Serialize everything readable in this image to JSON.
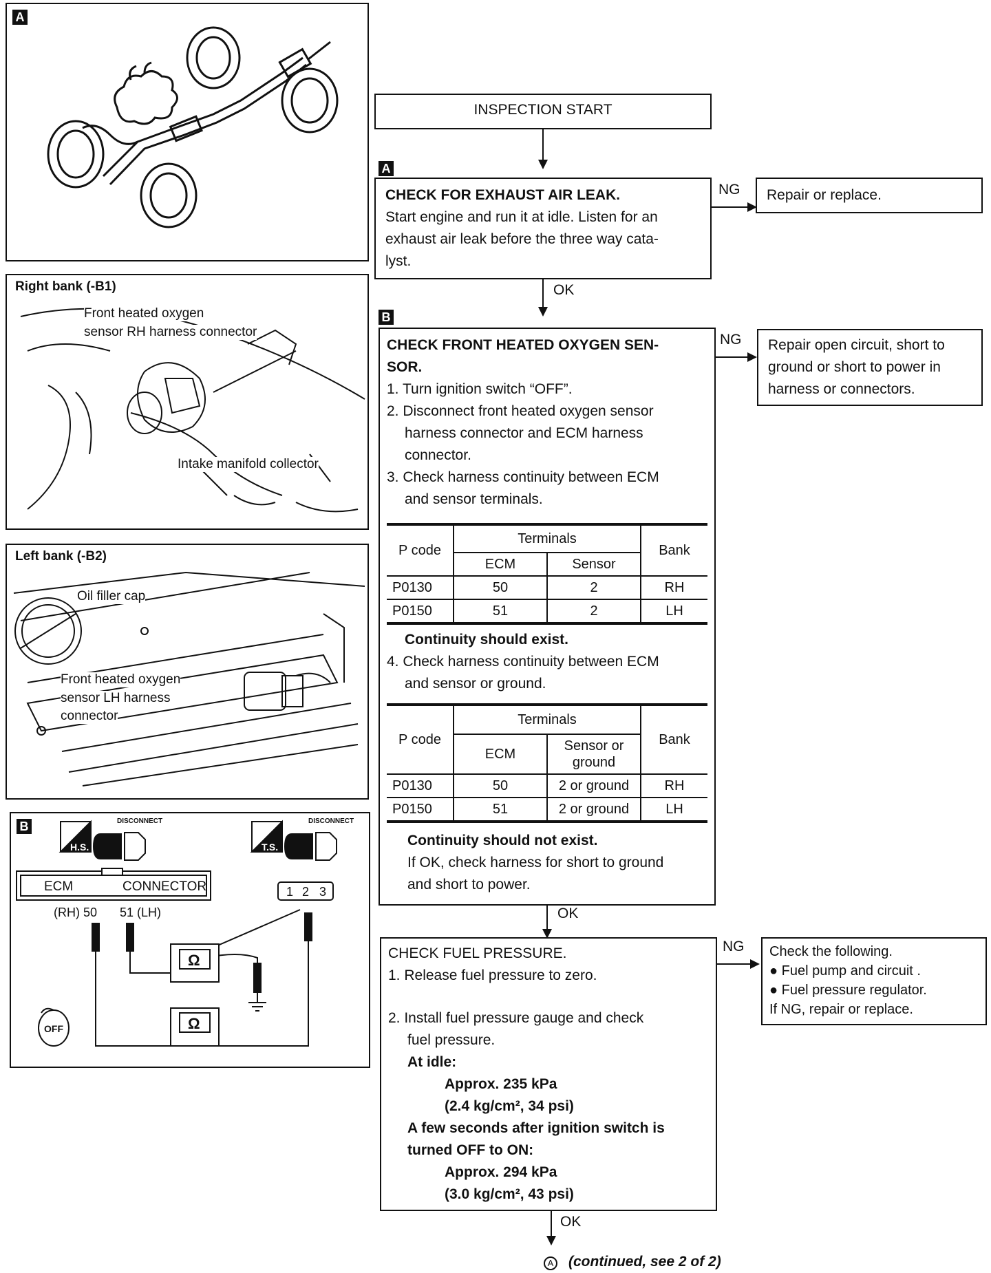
{
  "fig_a": {
    "tag": "A"
  },
  "fig_rb": {
    "title": "Right bank (-B1)",
    "label1": "Front heated oxygen",
    "label2": "sensor RH harness connector",
    "label3": "Intake manifold collector"
  },
  "fig_lb": {
    "title": "Left bank (-B2)",
    "label1": "Oil filler cap",
    "label2": "Front heated oxygen",
    "label3": "sensor LH harness",
    "label4": "connector"
  },
  "fig_b": {
    "tag": "B",
    "disconnect": "DISCONNECT",
    "hs": "H.S.",
    "ts": "T.S.",
    "ecm": "ECM",
    "connector": "CONNECTOR",
    "rh": "(RH) 50",
    "lh": "51 (LH)",
    "pin1": "1",
    "pin2": "2",
    "pin3": "3",
    "ohm": "Ω",
    "off": "OFF"
  },
  "flow": {
    "start": "INSPECTION START",
    "stepA": {
      "tag": "A",
      "title": "CHECK FOR EXHAUST AIR LEAK.",
      "l1": "Start engine and run it at idle. Listen for an",
      "l2": "exhaust air leak before the three way cata-",
      "l3": "lyst."
    },
    "stepA_ng": "Repair or replace.",
    "stepB": {
      "tag": "B",
      "title1": "CHECK FRONT HEATED OXYGEN SEN-",
      "title2": "SOR.",
      "s1": "1. Turn ignition switch “OFF”.",
      "s2a": "2. Disconnect front heated oxygen sensor",
      "s2b": "harness connector and ECM harness",
      "s2c": "connector.",
      "s3a": "3. Check harness continuity between ECM",
      "s3b": "and sensor terminals.",
      "t1": {
        "pcode": "P code",
        "terminals": "Terminals",
        "bank": "Bank",
        "ecm": "ECM",
        "sensor": "Sensor",
        "rows": [
          [
            "P0130",
            "50",
            "2",
            "RH"
          ],
          [
            "P0150",
            "51",
            "2",
            "LH"
          ]
        ]
      },
      "cont1": "Continuity should exist.",
      "s4a": "4. Check harness continuity between ECM",
      "s4b": "and sensor or ground.",
      "t2": {
        "pcode": "P code",
        "terminals": "Terminals",
        "bank": "Bank",
        "ecm": "ECM",
        "sensor1": "Sensor or",
        "sensor2": "ground",
        "rows": [
          [
            "P0130",
            "50",
            "2 or ground",
            "RH"
          ],
          [
            "P0150",
            "51",
            "2 or ground",
            "LH"
          ]
        ]
      },
      "cont2": "Continuity should not exist.",
      "ok1": "If OK, check harness for short to ground",
      "ok2": "and short to power."
    },
    "stepB_ng": {
      "l1": "Repair open circuit, short to",
      "l2": "ground or short to power in",
      "l3": "harness or connectors."
    },
    "stepC": {
      "title": "CHECK FUEL PRESSURE.",
      "s1": "1. Release fuel pressure to zero.",
      "s2a": "2. Install fuel pressure gauge and check",
      "s2b": "fuel pressure.",
      "idle": "At idle:",
      "v1": "Approx. 235 kPa",
      "v1b": "(2.4 kg/cm², 34 psi)",
      "few1": "A few seconds after ignition switch is",
      "few2": "turned OFF to ON:",
      "v2": "Approx. 294 kPa",
      "v2b": "(3.0 kg/cm², 43 psi)"
    },
    "stepC_ng": {
      "l1": "Check the following.",
      "b1": "Fuel pump and circuit .",
      "b2": "Fuel pressure regulator.",
      "l2": "If NG, repair or replace."
    },
    "ng": "NG",
    "ok": "OK",
    "cont_marker": "A",
    "continued": "(continued, see 2 of 2)"
  }
}
